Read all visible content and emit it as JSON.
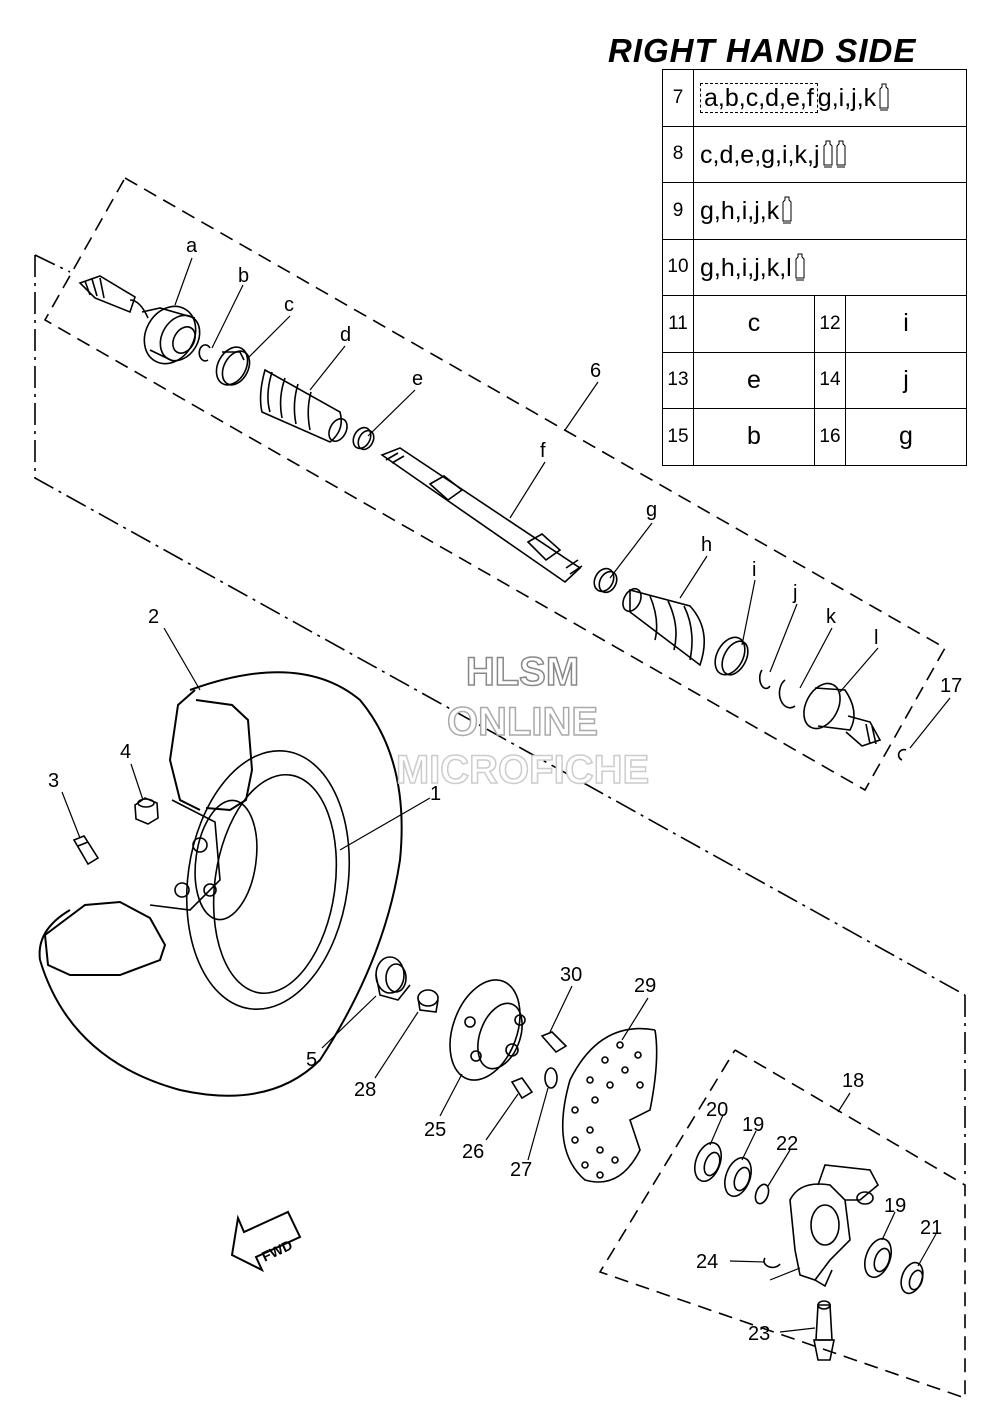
{
  "title": "RIGHT HAND SIDE",
  "reference_table": {
    "kits": [
      {
        "num": "7",
        "boxed": "a,b,c,d,e,f",
        "rest": "g,i,j,k",
        "tubes": 1
      },
      {
        "num": "8",
        "boxed": "",
        "rest": "c,d,e,g,i,k,j",
        "tubes": 2
      },
      {
        "num": "9",
        "boxed": "",
        "rest": "g,h,i,j,k",
        "tubes": 1
      },
      {
        "num": "10",
        "boxed": "",
        "rest": "g,h,i,j,k,l",
        "tubes": 1
      }
    ],
    "pairs": [
      {
        "n1": "11",
        "v1": "c",
        "n2": "12",
        "v2": "i"
      },
      {
        "n1": "13",
        "v1": "e",
        "n2": "14",
        "v2": "j"
      },
      {
        "n1": "15",
        "v1": "b",
        "n2": "16",
        "v2": "g"
      }
    ]
  },
  "watermark": {
    "line1": "HLSM",
    "line2": "ONLINE",
    "line3": "MICROFICHE"
  },
  "fwd_label": "FWD",
  "callouts": {
    "a": "a",
    "b": "b",
    "c": "c",
    "d": "d",
    "e": "e",
    "f": "f",
    "g": "g",
    "h": "h",
    "i": "i",
    "j": "j",
    "k": "k",
    "l": "l",
    "n1": "1",
    "n2": "2",
    "n3": "3",
    "n4": "4",
    "n5": "5",
    "n6": "6",
    "n17": "17",
    "n18": "18",
    "n19a": "19",
    "n19b": "19",
    "n20": "20",
    "n21": "21",
    "n22": "22",
    "n23": "23",
    "n24": "24",
    "n25": "25",
    "n26": "26",
    "n27": "27",
    "n28": "28",
    "n29": "29",
    "n30": "30"
  }
}
